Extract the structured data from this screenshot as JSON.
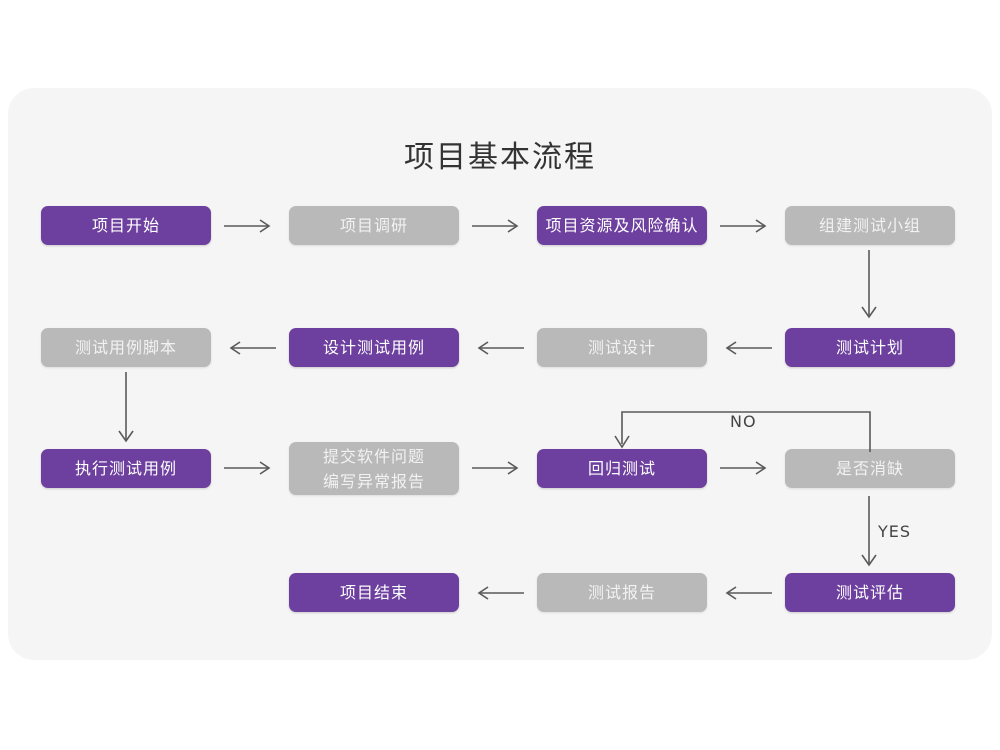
{
  "page": {
    "title": "项目基本流程",
    "background": "#ffffff",
    "panel_color": "#f5f5f5",
    "accent_purple": "#6d3f9e",
    "accent_gray": "#b9b9b9",
    "arrow_color": "#5a5a5a"
  },
  "chart_data": {
    "type": "diagram",
    "title": "项目基本流程",
    "nodes": [
      {
        "id": "n1",
        "label": "项目开始",
        "style": "purple",
        "row": 1,
        "col": 1
      },
      {
        "id": "n2",
        "label": "项目调研",
        "style": "gray",
        "row": 1,
        "col": 2
      },
      {
        "id": "n3",
        "label": "项目资源及风险确认",
        "style": "purple",
        "row": 1,
        "col": 3
      },
      {
        "id": "n4",
        "label": "组建测试小组",
        "style": "gray",
        "row": 1,
        "col": 4
      },
      {
        "id": "n5",
        "label": "测试用例脚本",
        "style": "gray",
        "row": 2,
        "col": 1
      },
      {
        "id": "n6",
        "label": "设计测试用例",
        "style": "purple",
        "row": 2,
        "col": 2
      },
      {
        "id": "n7",
        "label": "测试设计",
        "style": "gray",
        "row": 2,
        "col": 3
      },
      {
        "id": "n8",
        "label": "测试计划",
        "style": "purple",
        "row": 2,
        "col": 4
      },
      {
        "id": "n9",
        "label": "执行测试用例",
        "style": "purple",
        "row": 3,
        "col": 1
      },
      {
        "id": "n10",
        "label": "提交软件问题\n编写异常报告",
        "style": "gray",
        "row": 3,
        "col": 2
      },
      {
        "id": "n11",
        "label": "回归测试",
        "style": "purple",
        "row": 3,
        "col": 3
      },
      {
        "id": "n12",
        "label": "是否消缺",
        "style": "gray",
        "row": 3,
        "col": 4
      },
      {
        "id": "n13",
        "label": "项目结束",
        "style": "purple",
        "row": 4,
        "col": 2
      },
      {
        "id": "n14",
        "label": "测试报告",
        "style": "gray",
        "row": 4,
        "col": 3
      },
      {
        "id": "n15",
        "label": "测试评估",
        "style": "purple",
        "row": 4,
        "col": 4
      }
    ],
    "edges": [
      {
        "from": "n1",
        "to": "n2",
        "label": "",
        "direction": "right"
      },
      {
        "from": "n2",
        "to": "n3",
        "label": "",
        "direction": "right"
      },
      {
        "from": "n3",
        "to": "n4",
        "label": "",
        "direction": "right"
      },
      {
        "from": "n4",
        "to": "n8",
        "label": "",
        "direction": "down"
      },
      {
        "from": "n8",
        "to": "n7",
        "label": "",
        "direction": "left"
      },
      {
        "from": "n7",
        "to": "n6",
        "label": "",
        "direction": "left"
      },
      {
        "from": "n6",
        "to": "n5",
        "label": "",
        "direction": "left"
      },
      {
        "from": "n5",
        "to": "n9",
        "label": "",
        "direction": "down"
      },
      {
        "from": "n9",
        "to": "n10",
        "label": "",
        "direction": "right"
      },
      {
        "from": "n10",
        "to": "n11",
        "label": "",
        "direction": "right"
      },
      {
        "from": "n11",
        "to": "n12",
        "label": "",
        "direction": "right"
      },
      {
        "from": "n12",
        "to": "n11",
        "label": "NO",
        "direction": "loop-up-left"
      },
      {
        "from": "n12",
        "to": "n15",
        "label": "YES",
        "direction": "down"
      },
      {
        "from": "n15",
        "to": "n14",
        "label": "",
        "direction": "left"
      },
      {
        "from": "n14",
        "to": "n13",
        "label": "",
        "direction": "left"
      }
    ]
  },
  "labels": {
    "no": "NO",
    "yes": "YES"
  },
  "nodes": {
    "n1": "项目开始",
    "n2": "项目调研",
    "n3": "项目资源及风险确认",
    "n4": "组建测试小组",
    "n5": "测试用例脚本",
    "n6": "设计测试用例",
    "n7": "测试设计",
    "n8": "测试计划",
    "n9": "执行测试用例",
    "n10": "提交软件问题\n编写异常报告",
    "n11": "回归测试",
    "n12": "是否消缺",
    "n13": "项目结束",
    "n14": "测试报告",
    "n15": "测试评估"
  }
}
